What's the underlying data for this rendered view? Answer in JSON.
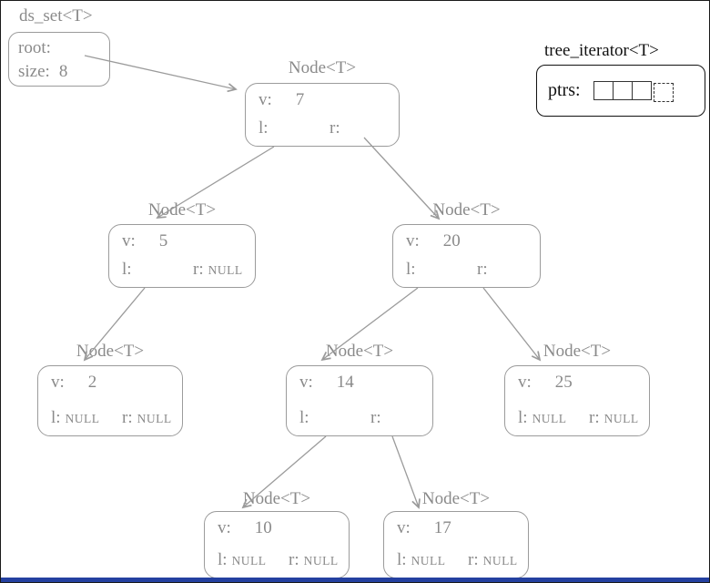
{
  "ds_set": {
    "title": "ds_set<T>",
    "root_label": "root:",
    "size_label": "size:",
    "size_value": "8"
  },
  "iterator": {
    "title": "tree_iterator<T>",
    "ptrs_label": "ptrs:",
    "cell_count": 4
  },
  "nodes": [
    {
      "title": "Node<T>",
      "v_label": "v:",
      "value": "7",
      "l_label": "l:",
      "l_value": "",
      "r_label": "r:",
      "r_value": ""
    },
    {
      "title": "Node<T>",
      "v_label": "v:",
      "value": "5",
      "l_label": "l:",
      "l_value": "",
      "r_label": "r:",
      "r_value": "NULL"
    },
    {
      "title": "Node<T>",
      "v_label": "v:",
      "value": "20",
      "l_label": "l:",
      "l_value": "",
      "r_label": "r:",
      "r_value": ""
    },
    {
      "title": "Node<T>",
      "v_label": "v:",
      "value": "2",
      "l_label": "l:",
      "l_value": "NULL",
      "r_label": "r:",
      "r_value": "NULL"
    },
    {
      "title": "Node<T>",
      "v_label": "v:",
      "value": "14",
      "l_label": "l:",
      "l_value": "",
      "r_label": "r:",
      "r_value": ""
    },
    {
      "title": "Node<T>",
      "v_label": "v:",
      "value": "25",
      "l_label": "l:",
      "l_value": "NULL",
      "r_label": "r:",
      "r_value": "NULL"
    },
    {
      "title": "Node<T>",
      "v_label": "v:",
      "value": "10",
      "l_label": "l:",
      "l_value": "NULL",
      "r_label": "r:",
      "r_value": "NULL"
    },
    {
      "title": "Node<T>",
      "v_label": "v:",
      "value": "17",
      "l_label": "l:",
      "l_value": "NULL",
      "r_label": "r:",
      "r_value": "NULL"
    }
  ],
  "edges": [
    {
      "from": "ds_set.root",
      "to": "7"
    },
    {
      "from": "7.l",
      "to": "5"
    },
    {
      "from": "7.r",
      "to": "20"
    },
    {
      "from": "5.l",
      "to": "2"
    },
    {
      "from": "20.l",
      "to": "14"
    },
    {
      "from": "20.r",
      "to": "25"
    },
    {
      "from": "14.l",
      "to": "10"
    },
    {
      "from": "14.r",
      "to": "17"
    }
  ],
  "colors": {
    "node_stroke": "#9b9b9b",
    "node_text": "#8a8a8a",
    "iterator_stroke": "#111111",
    "bottom_bar": "#2440a0"
  }
}
